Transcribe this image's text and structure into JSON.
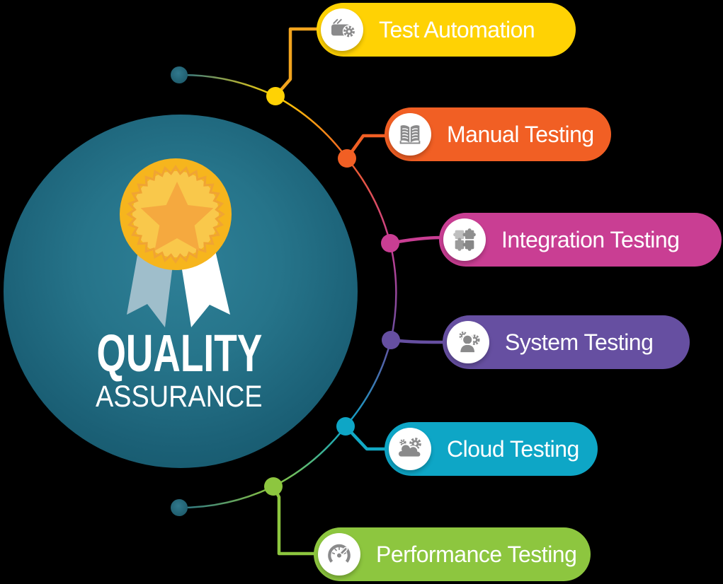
{
  "background_color": "#000000",
  "center": {
    "title": "QUALITY",
    "subtitle": "ASSURANCE",
    "circle_gradient": {
      "inner": "#2E8097",
      "outer": "#175A6E"
    },
    "medal": {
      "ring_color": "#F6B51D",
      "disc_color": "#F9C84B",
      "zigzag_color": "#F0A433",
      "star_color": "#F5A93F",
      "ribbon_left_color": "#9FBECB",
      "ribbon_right_color": "#FFFFFF"
    }
  },
  "connector": {
    "terminal_dot_color": "#27697C",
    "arc_stroke_width": 2.5,
    "elbow_stroke_width": 4.5
  },
  "branches": [
    {
      "label": "Test Automation",
      "color": "#FFD204",
      "node_color": "#FFD204",
      "elbow_color": "#F2A41E",
      "icon": "automation-laptop-gear-icon"
    },
    {
      "label": "Manual Testing",
      "color": "#F15F24",
      "node_color": "#F15F24",
      "elbow_color": "#F15F24",
      "icon": "open-book-icon"
    },
    {
      "label": "Integration Testing",
      "color": "#C93E93",
      "node_color": "#C93E93",
      "elbow_color": "#C93E93",
      "icon": "puzzle-pieces-icon"
    },
    {
      "label": "System Testing",
      "color": "#664FA1",
      "node_color": "#664FA1",
      "elbow_color": "#664FA1",
      "icon": "user-gears-icon"
    },
    {
      "label": "Cloud Testing",
      "color": "#0EA6C6",
      "node_color": "#0EA6C6",
      "elbow_color": "#12A9C5",
      "icon": "cloud-gears-icon"
    },
    {
      "label": "Performance Testing",
      "color": "#8DC63F",
      "node_color": "#8DC63F",
      "elbow_color": "#8DC63F",
      "icon": "gauge-icon"
    }
  ]
}
